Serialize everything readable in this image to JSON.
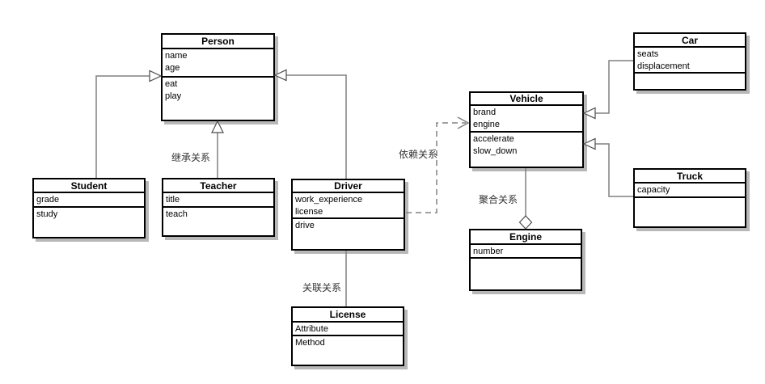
{
  "diagram": {
    "kind": "uml-class-diagram",
    "colors": {
      "background": "#ffffff",
      "box_border": "#000000",
      "box_shadow": "#b8b8b8",
      "connector_line": "#808080"
    }
  },
  "classes": {
    "person": {
      "title": "Person",
      "attributes": [
        "name",
        "age"
      ],
      "methods": [
        "eat",
        "play"
      ]
    },
    "student": {
      "title": "Student",
      "attributes": [
        "grade"
      ],
      "methods": [
        "study"
      ]
    },
    "teacher": {
      "title": "Teacher",
      "attributes": [
        "title"
      ],
      "methods": [
        "teach"
      ]
    },
    "driver": {
      "title": "Driver",
      "attributes": [
        "work_experience",
        "license"
      ],
      "methods": [
        "drive"
      ]
    },
    "license": {
      "title": "License",
      "attributes": [
        "Attribute"
      ],
      "methods": [
        "Method"
      ]
    },
    "vehicle": {
      "title": "Vehicle",
      "attributes": [
        "brand",
        "engine"
      ],
      "methods": [
        "accelerate",
        "slow_down"
      ]
    },
    "engine": {
      "title": "Engine",
      "attributes": [
        "number"
      ],
      "methods": []
    },
    "car": {
      "title": "Car",
      "attributes": [
        "seats",
        "displacement"
      ],
      "methods": []
    },
    "truck": {
      "title": "Truck",
      "attributes": [
        "capacity"
      ],
      "methods": []
    }
  },
  "relation_labels": {
    "inheritance": "继承关系",
    "dependency": "依赖关系",
    "association": "关联关系",
    "aggregation": "聚合关系"
  }
}
